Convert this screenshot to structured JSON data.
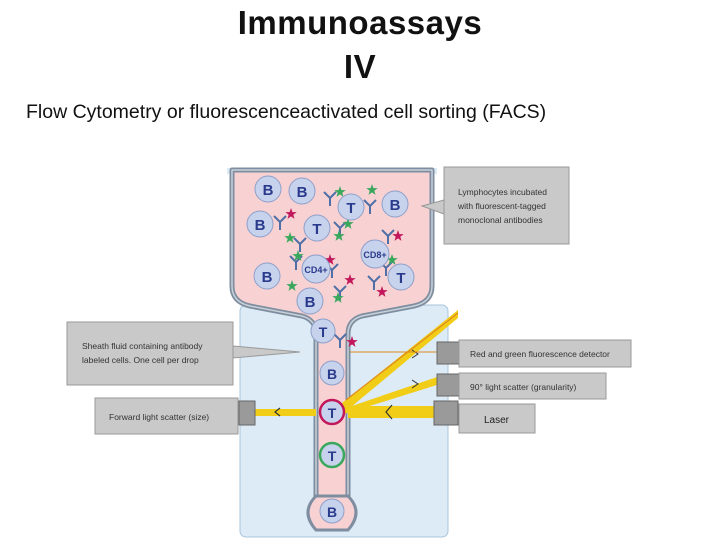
{
  "title_line1": "Immunoassays",
  "title_line2": "IV",
  "subtitle": "Flow Cytometry  or fluorescenceactivated cell sorting (FACS)",
  "diagram": {
    "cells": {
      "b": "B",
      "t": "T",
      "cd4": "CD4+",
      "cd8": "CD8+"
    },
    "callouts": {
      "lymphocytes": [
        "Lymphocytes incubated",
        "with fluorescent-tagged",
        "monoclonal antibodies"
      ],
      "sheath": [
        "Sheath fluid containing antibody",
        "labeled cells. One cell per drop"
      ],
      "forward_scatter": "Forward light scatter (size)",
      "red_green": "Red and green fluorescence detector",
      "side_scatter": "90° light scatter (granularity)",
      "laser": "Laser"
    },
    "colors": {
      "chamber": "#f8d2d3",
      "sheath": "#dcebf6",
      "laser": "#f2cd18",
      "cell": "#c7d2ec",
      "callout": "#c9c9c9",
      "star_green": "#3aa85c",
      "star_magenta": "#c2185b"
    }
  }
}
